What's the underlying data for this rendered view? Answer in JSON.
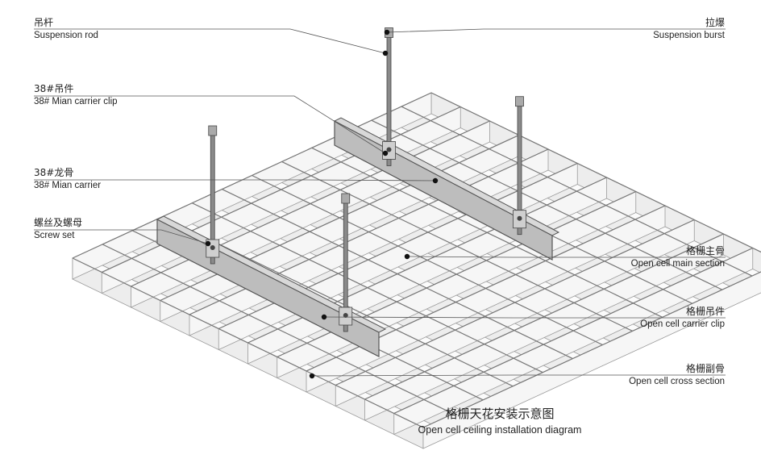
{
  "labels": {
    "suspension_rod": {
      "zh": "吊杆",
      "en": "Suspension rod"
    },
    "carrier_clip": {
      "zh": "38#吊件",
      "en": "38# Mian carrier clip"
    },
    "main_carrier": {
      "zh": "38#龙骨",
      "en": "38# Mian carrier"
    },
    "screw_set": {
      "zh": "螺丝及螺母",
      "en": "Screw set"
    },
    "suspension_burst": {
      "zh": "拉爆",
      "en": "Suspension burst"
    },
    "main_section": {
      "zh": "格栅主骨",
      "en": "Open cell main section"
    },
    "cell_carrier_clip": {
      "zh": "格栅吊件",
      "en": "Open cell carrier clip"
    },
    "cross_section": {
      "zh": "格栅副骨",
      "en": "Open cell cross section"
    }
  },
  "caption": {
    "zh": "格栅天花安装示意图",
    "en": "Open cell ceiling installation diagram"
  },
  "colors": {
    "line": "#555555",
    "grid": "#9a9a9a",
    "fin": "#ededed",
    "carrier": "#bdbdbd",
    "rod": "#8a8a8a"
  }
}
